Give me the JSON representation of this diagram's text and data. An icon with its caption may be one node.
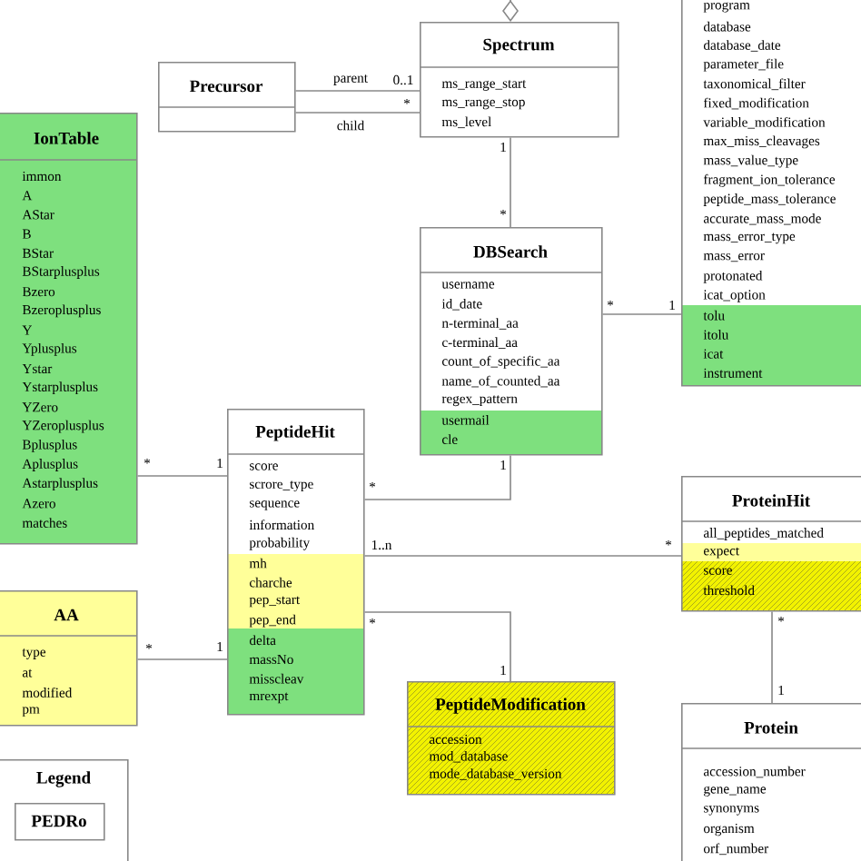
{
  "diagram": {
    "nodes": [
      {
        "text": [
          "Precursor"
        ]
      },
      {
        "text": [
          "Spectrum",
          "ms_range_start",
          "ms_range_stop",
          "ms_level"
        ]
      },
      {
        "text": [
          "program",
          "database",
          "database_date",
          "parameter_file",
          "taxonomical_filter",
          "fixed_modification",
          "variable_modification",
          "max_miss_cleavages",
          "mass_value_type",
          "fragment_ion_tolerance",
          "peptide_mass_tolerance",
          "accurate_mass_mode",
          "mass_error_type",
          "mass_error",
          "protonated",
          "icat_option",
          "tolu",
          "itolu",
          "icat",
          "instrument"
        ]
      },
      {
        "text": [
          "IonTable",
          "immon",
          "A",
          "AStar",
          "B",
          "BStar",
          "BStarplusplus",
          "Bzero",
          "Bzeroplusplus",
          "Y",
          "Yplusplus",
          "Ystar",
          "Ystarplusplus",
          "YZero",
          "YZeroplusplus",
          "Bplusplus",
          "Aplusplus",
          "Astarplusplus",
          "Azero",
          "matches"
        ]
      },
      {
        "text": [
          "DBSearch",
          "username",
          "id_date",
          "n-terminal_aa",
          "c-terminal_aa",
          "count_of_specific_aa",
          "name_of_counted_aa",
          "regex_pattern",
          "usermail",
          "cle"
        ]
      },
      {
        "text": [
          "PeptideHit",
          "score",
          "scrore_type",
          "sequence",
          "information",
          "probability",
          "mh",
          "charche",
          "pep_start",
          "pep_end",
          "delta",
          "massNo",
          "misscleav",
          "mrexpt"
        ]
      },
      {
        "text": [
          "ProteinHit",
          "all_peptides_matched",
          "expect",
          "score",
          "threshold"
        ]
      },
      {
        "text": [
          "AA",
          "type",
          "at",
          "modified",
          "pm"
        ]
      },
      {
        "text": [
          "PeptideModification",
          "accession",
          "mod_database",
          "mode_database_version"
        ]
      },
      {
        "text": [
          "Protein",
          "accession_number",
          "gene_name",
          "synonyms",
          "organism",
          "orf_number"
        ]
      },
      {
        "text": [
          "Legend"
        ]
      },
      {
        "text": [
          "PEDRo"
        ],
        "in": 10
      }
    ],
    "edges": [
      {
        "from": 0,
        "to": 1,
        "arrow": "none",
        "label": "parent"
      },
      {
        "from": 0,
        "to": 1,
        "arrow": "none",
        "label": "child"
      },
      {
        "from": 1,
        "to": 4,
        "arrow": "none"
      },
      {
        "from": 4,
        "to": 2,
        "arrow": "none"
      },
      {
        "from": 3,
        "to": 5,
        "arrow": "none"
      },
      {
        "from": 7,
        "to": 5,
        "arrow": "none"
      },
      {
        "from": 5,
        "to": 4,
        "arrow": "none"
      },
      {
        "from": 5,
        "to": 6,
        "arrow": "none"
      },
      {
        "from": 5,
        "to": 8,
        "arrow": "none"
      },
      {
        "from": 6,
        "to": 9,
        "arrow": "none"
      },
      {
        "from": 1,
        "to": null,
        "arrow": "other"
      }
    ],
    "labels": [
      "0..1",
      "*",
      "1",
      "*",
      "*",
      "1",
      "*",
      "1",
      "1",
      "*",
      "1..n",
      "*",
      "*",
      "*",
      "1",
      "1",
      "*",
      "1"
    ]
  }
}
